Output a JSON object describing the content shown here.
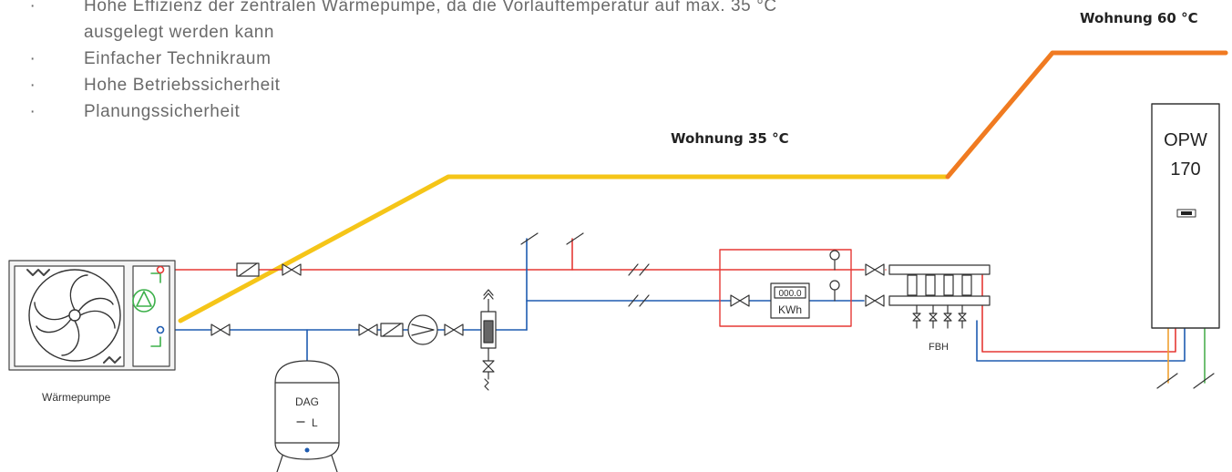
{
  "bullets": [
    "Hohe Effizienz der zentralen Wärmepumpe, da die Vorlauftemperatur auf max. 35 °C ausgelegt werden kann",
    "Einfacher Technikraum",
    "Hohe Betriebssicherheit",
    "Planungssicherheit"
  ],
  "bullet_mark": "·",
  "labels": {
    "temp_low": "Wohnung 35 °C",
    "temp_high": "Wohnung 60 °C",
    "heat_pump": "Wärmepumpe",
    "buffer_tank_top": "DAG",
    "buffer_tank_bottom": "L",
    "meter_digits": "000.0",
    "meter_unit": "KWh",
    "floor_heating": "FBH",
    "storage_line1": "OPW",
    "storage_line2": "170"
  },
  "colors": {
    "supply": "#e53935",
    "return": "#1e5bb0",
    "temp_low_line": "#f5c518",
    "temp_high_line": "#f07a22",
    "cold_water": "#4caf50",
    "gas": "#f0a030",
    "pump_green": "#3cb04a"
  },
  "icons": [
    "fan-icon",
    "pump-icon",
    "valve-icon",
    "check-valve-icon",
    "meter-icon",
    "thermometer-icon",
    "air-vent-icon",
    "dirt-separator-icon",
    "display-icon"
  ]
}
